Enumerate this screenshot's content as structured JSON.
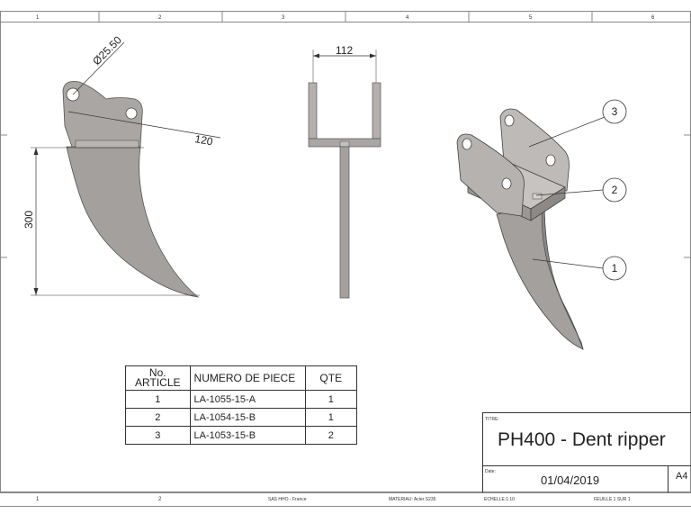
{
  "grid": {
    "columns": [
      "1",
      "2",
      "3",
      "4",
      "5",
      "6"
    ],
    "bottom_columns": [
      "1",
      "2"
    ]
  },
  "drawing": {
    "dimensions": {
      "hole_diameter": "Ø25.50",
      "hole_spacing": "120",
      "height": "300",
      "width": "112"
    },
    "balloons": [
      "1",
      "2",
      "3"
    ]
  },
  "bom": {
    "headers": {
      "article": "No. ARTICLE",
      "part_number": "NUMERO DE PIECE",
      "qty": "QTE"
    },
    "rows": [
      {
        "article": "1",
        "part_number": "LA-1055-15-A",
        "qty": "1"
      },
      {
        "article": "2",
        "part_number": "LA-1054-15-B",
        "qty": "1"
      },
      {
        "article": "3",
        "part_number": "LA-1053-15-B",
        "qty": "2"
      }
    ]
  },
  "title_block": {
    "titre_label": "TITRE:",
    "title": "PH400 - Dent ripper",
    "date_label": "Date:",
    "date": "01/04/2019",
    "format": "A4"
  },
  "footer": {
    "company": "SAS HHO - France",
    "material": "MATERIAU: Acier S235",
    "scale": "ECHELLE:1:10",
    "sheet": "FEUILLE 1 SUR 1"
  },
  "colors": {
    "part_fill": "#a3a09d",
    "part_light": "#bdbab7",
    "part_dark": "#8a8784",
    "line": "#333333"
  }
}
